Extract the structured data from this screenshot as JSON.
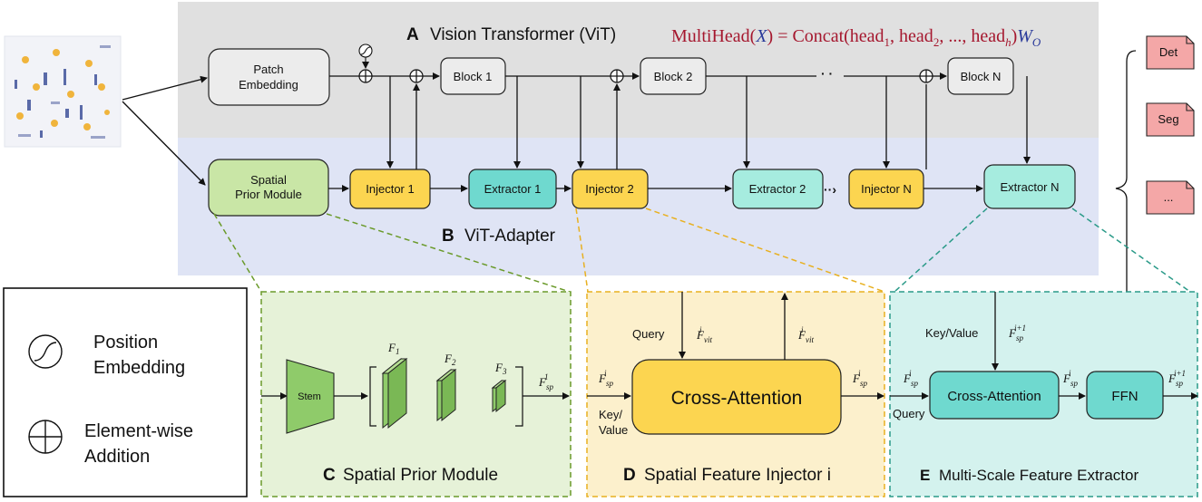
{
  "vit": {
    "letter": "A",
    "title": "Vision Transformer (ViT)",
    "formula": {
      "lhs": "MultiHead(",
      "x": "X",
      "mid": ") = Concat(head",
      "s1": "1",
      "h2": ", head",
      "s2": "2",
      "dots": ", ..., head",
      "sh": "h",
      "close": ")",
      "w": "W",
      "wo": "O"
    },
    "patch_embedding": [
      "Patch",
      "Embedding"
    ],
    "blocks": [
      "Block 1",
      "Block 2",
      "Block N"
    ]
  },
  "adapter": {
    "letter": "B",
    "title": "ViT-Adapter",
    "spm": [
      "Spatial",
      "Prior Module"
    ],
    "injectors": [
      "Injector 1",
      "Injector 2",
      "Injector N"
    ],
    "extractors": [
      "Extractor 1",
      "Extractor 2",
      "Extractor N"
    ]
  },
  "outputs": [
    "Det",
    "Seg",
    "..."
  ],
  "legend": {
    "position": [
      "Position",
      "Embedding"
    ],
    "addition": [
      "Element-wise",
      "Addition"
    ]
  },
  "panel_c": {
    "letter": "C",
    "title": "Spatial Prior Module",
    "stem": "Stem",
    "f1": "F",
    "f1_sub": "1",
    "f2": "F",
    "f2_sub": "2",
    "f3": "F",
    "f3_sub": "3",
    "out": "F",
    "out_sub": "sp",
    "out_sup": "1"
  },
  "panel_d": {
    "letter": "D",
    "title": "Spatial Feature Injector i",
    "query": "Query",
    "keyvalue": [
      "Key/",
      "Value"
    ],
    "box": "Cross-Attention",
    "fvit": "F",
    "fvit_sub": "vit",
    "fvit_sup": "i",
    "fsp": "F",
    "fsp_sub": "sp",
    "fsp_sup": "i"
  },
  "panel_e": {
    "letter": "E",
    "title": "Multi-Scale Feature Extractor",
    "keyvalue": "Key/Value",
    "query": "Query",
    "box": "Cross-Attention",
    "ffn": "FFN",
    "fsp": "F",
    "fsp_sub": "sp",
    "fsp_sup": "i",
    "fnext": "F",
    "fnext_sub": "sp",
    "fnext_sup": "i+1"
  }
}
